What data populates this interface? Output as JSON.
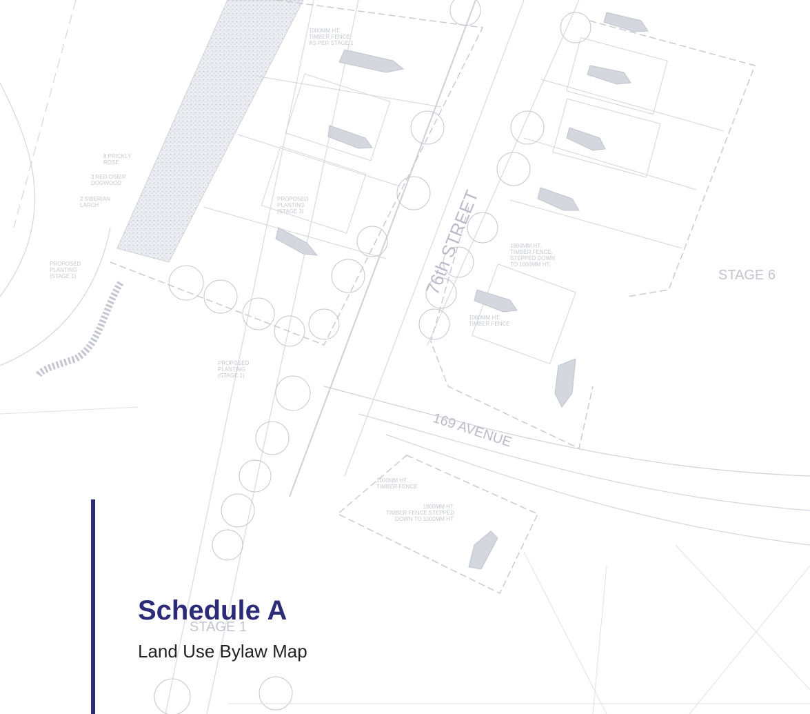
{
  "document": {
    "title": "Schedule A",
    "subtitle": "Land Use Bylaw Map"
  },
  "plan": {
    "streets": [
      "76th STREET",
      "169 AVENUE"
    ],
    "stages": [
      "STAGE 6",
      "STAGE 1"
    ],
    "notes": [
      "1000mm HT.\nTIMBER FENCE\nAS PER STAGE 1",
      "8 PRICKLY\nROSE",
      "3 RED OSIER\nDOGWOOD",
      "2 SIBERIAN\nLARCH",
      "PROPOSED\nPLANTING\n(STAGE 3)",
      "PROPOSED\nPLANTING\n(STAGE 1)",
      "PROPOSED\nPLANTING\n(STAGE 1)",
      "1800mm HT.\nTIMBER FENCE,\nSTEPPED DOWN\nTO 1000mm HT.",
      "1000mm HT.\nTIMBER FENCE",
      "1000mm HT.\nTIMBER FENCE",
      "1800mm HT.\nTIMBER FENCE STEPPED\nDOWN TO 1000mm HT."
    ]
  },
  "colors": {
    "accent": "#2d2d72",
    "title": "#2b2b78",
    "subtitle": "#222222",
    "linework": "#c9cbd4"
  }
}
